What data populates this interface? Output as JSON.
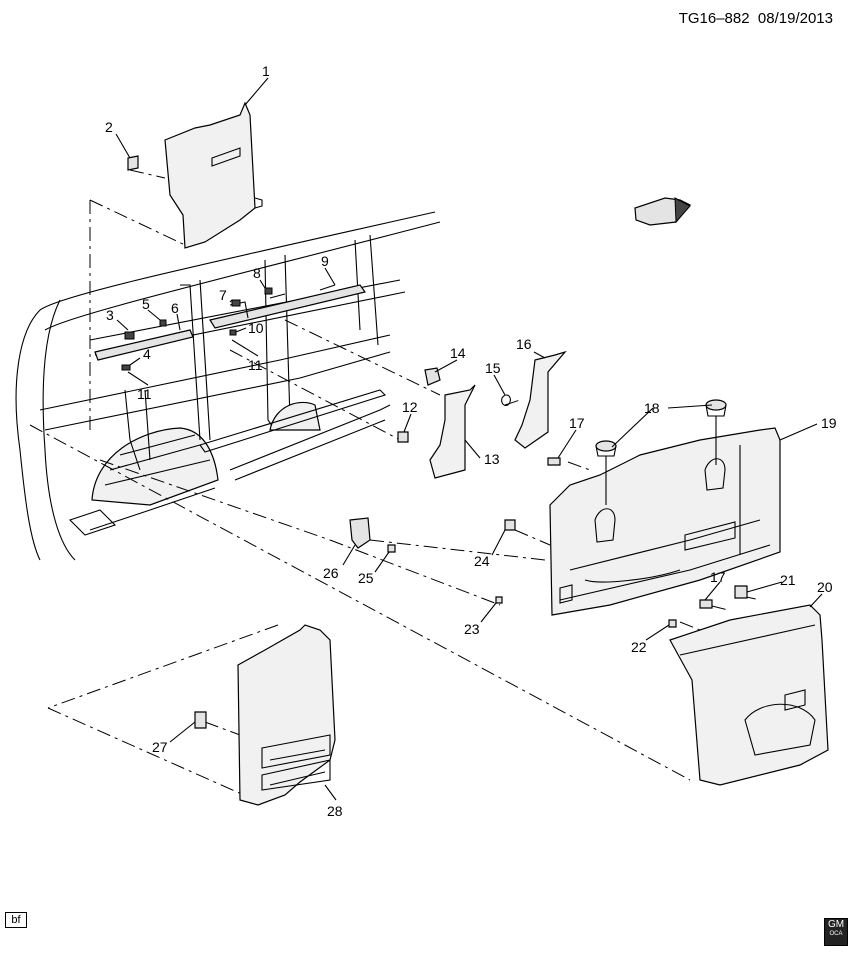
{
  "header": {
    "code": "TG16–882",
    "date": "08/19/2013"
  },
  "footer": {
    "tag": "bf",
    "logo_text": "GM",
    "logo_sub": "OCA"
  },
  "callouts": [
    "1",
    "2",
    "3",
    "4",
    "5",
    "6",
    "7",
    "8",
    "9",
    "10",
    "11",
    "11",
    "12",
    "13",
    "14",
    "15",
    "16",
    "17",
    "17",
    "18",
    "19",
    "20",
    "21",
    "22",
    "23",
    "24",
    "25",
    "26",
    "27",
    "28"
  ],
  "icons": [
    "front-arrow-icon",
    "gm-logo-icon"
  ]
}
